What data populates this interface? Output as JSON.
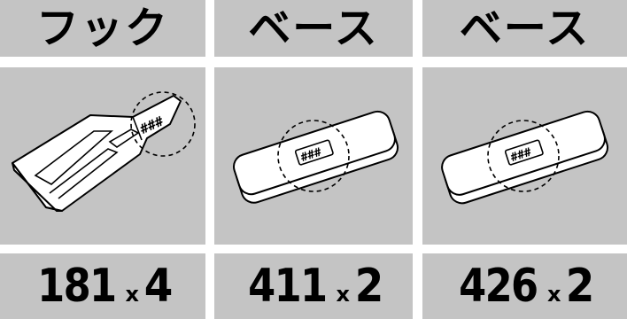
{
  "columns": [
    {
      "title": "フック",
      "code": "181",
      "times": "x",
      "count": "4",
      "part_icon": "hook-icon",
      "marking": "###"
    },
    {
      "title": "ベース",
      "code": "411",
      "times": "x",
      "count": "2",
      "part_icon": "base-plate-icon",
      "marking": "###"
    },
    {
      "title": "ベース",
      "code": "426",
      "times": "x",
      "count": "2",
      "part_icon": "base-plate-icon",
      "marking": "###"
    }
  ],
  "colors": {
    "panel_bg": "#c4c4c4",
    "outline": "#000000",
    "part_fill": "#ffffff"
  }
}
